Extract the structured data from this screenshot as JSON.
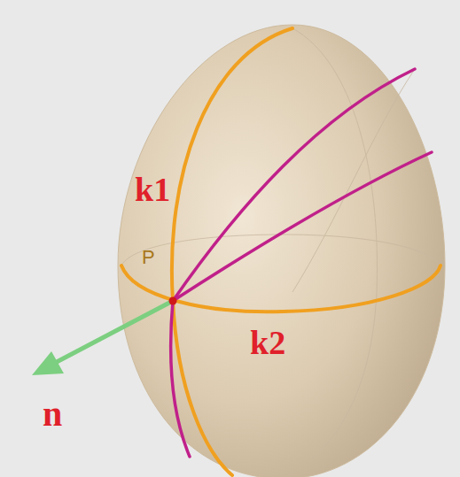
{
  "diagram": {
    "labels": [
      "k1",
      "P",
      "k2",
      "n"
    ]
  }
}
